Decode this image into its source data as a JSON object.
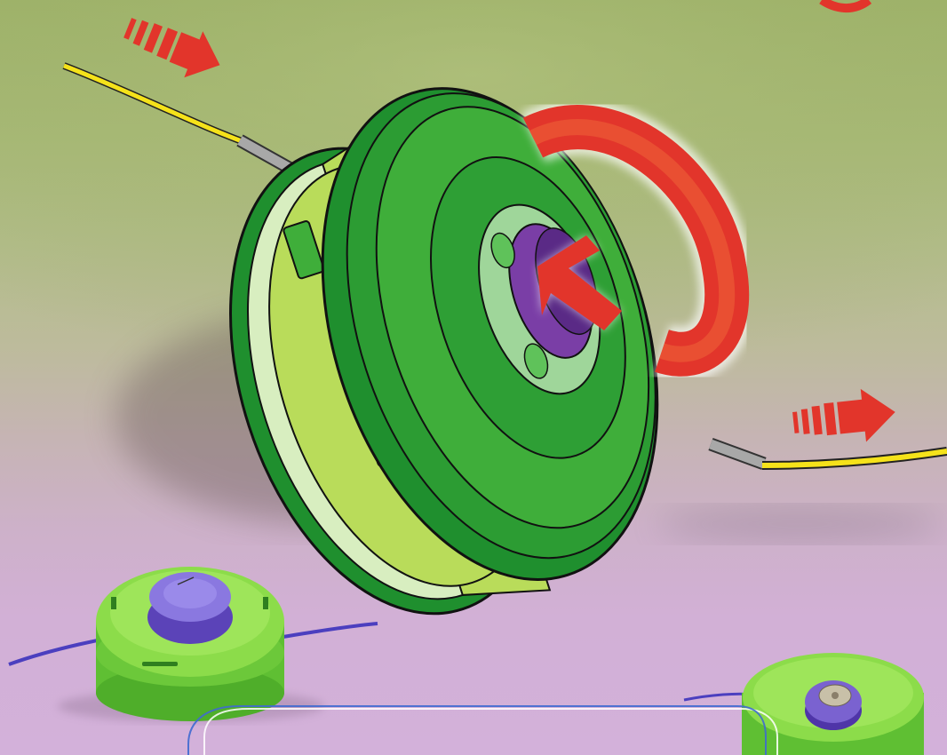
{
  "scene": {
    "colors": {
      "grass": "#9fb36a",
      "ground_pink": "#d3b1da",
      "spool_dark": "#1f8f2e",
      "spool_mid": "#3fae3a",
      "spool_light": "#b9dc5a",
      "hub_light": "#9fd69a",
      "knob_purple": "#7a3ea6",
      "arrow_red": "#e2352b",
      "line_yellow": "#f5e21a",
      "line_blue": "#4b3fbf"
    },
    "icons": {
      "main": "trimmer-spool-head",
      "rotate": "rotate-arrow-icon",
      "push": "push-arrow-icon",
      "feed_in": "feed-in-arrow-icon",
      "feed_out": "feed-out-arrow-icon",
      "small_left": "spool-with-knob",
      "small_right": "spool-with-bump-cap"
    }
  }
}
